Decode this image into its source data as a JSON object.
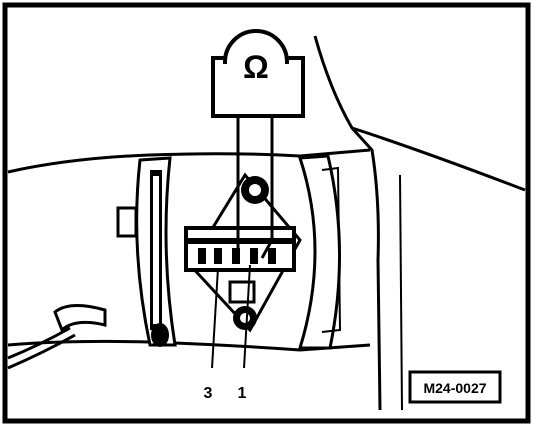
{
  "meter": {
    "symbol": "Ω"
  },
  "callouts": [
    {
      "text": "3"
    },
    {
      "text": "1"
    }
  ],
  "figure_code": "M24-0027"
}
